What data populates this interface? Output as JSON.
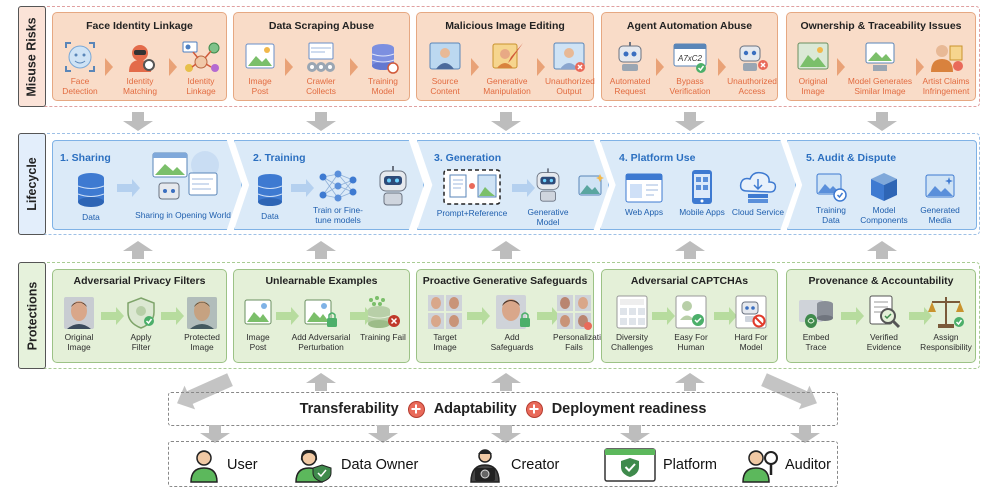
{
  "rows": {
    "risks": "Misuse Risks",
    "lifecycle": "Lifecycle",
    "protections": "Protections"
  },
  "risks": [
    {
      "title": "Face Identity Linkage",
      "steps": [
        "Face\nDetection",
        "Identity\nMatching",
        "Identity\nLinkage"
      ]
    },
    {
      "title": "Data Scraping Abuse",
      "steps": [
        "Image\nPost",
        "Crawler\nCollects",
        "Training\nModel"
      ]
    },
    {
      "title": "Malicious Image Editing",
      "steps": [
        "Source\nContent",
        "Generative\nManipulation",
        "Unauthorized\nOutput"
      ]
    },
    {
      "title": "Agent Automation Abuse",
      "steps": [
        "Automated\nRequest",
        "Bypass\nVerification",
        "Unauthorized\nAccess"
      ]
    },
    {
      "title": "Ownership & Traceability Issues",
      "steps": [
        "Original\nImage",
        "Model Generates\nSimilar Image",
        "Artist Claims\nInfringement"
      ]
    }
  ],
  "lifecycle": [
    {
      "title": "1. Sharing",
      "items": [
        "Data",
        "Sharing in Opening World"
      ]
    },
    {
      "title": "2. Training",
      "items": [
        "Data",
        "Train or Fine-\ntune models"
      ]
    },
    {
      "title": "3. Generation",
      "items": [
        "Prompt+Reference",
        "Generative Model"
      ]
    },
    {
      "title": "4. Platform Use",
      "items": [
        "Web Apps",
        "Mobile Apps",
        "Cloud Service"
      ]
    },
    {
      "title": "5. Audit & Dispute",
      "items": [
        "Training\nData",
        "Model\nComponents",
        "Generated\nMedia"
      ]
    }
  ],
  "protections": [
    {
      "title": "Adversarial Privacy Filters",
      "steps": [
        "Original\nImage",
        "Apply\nFilter",
        "Protected\nImage"
      ]
    },
    {
      "title": "Unlearnable Examples",
      "steps": [
        "Image\nPost",
        "Add Adversarial\nPerturbation",
        "Training Fail"
      ]
    },
    {
      "title": "Proactive Generative Safeguards",
      "steps": [
        "Target\nImage",
        "Add\nSafeguards",
        "Personalization\nFails"
      ]
    },
    {
      "title": "Adversarial CAPTCHAs",
      "steps": [
        "Diversity\nChallenges",
        "Easy For\nHuman",
        "Hard For\nModel"
      ]
    },
    {
      "title": "Provenance & Accountability",
      "steps": [
        "Embed\nTrace",
        "Verified\nEvidence",
        "Assign\nResponsibility"
      ]
    }
  ],
  "captcha_text": "A7xC2",
  "criteria": [
    "Transferability",
    "Adaptability",
    "Deployment readiness"
  ],
  "roles": [
    "User",
    "Data Owner",
    "Creator",
    "Platform",
    "Auditor"
  ],
  "colors": {
    "risk_fill": "#f9dcc8",
    "risk_text": "#e26b40",
    "life_fill": "#dbeaf8",
    "life_text": "#1f5fae",
    "prot_fill": "#e4f0d8",
    "plus": "#e96a5a"
  }
}
